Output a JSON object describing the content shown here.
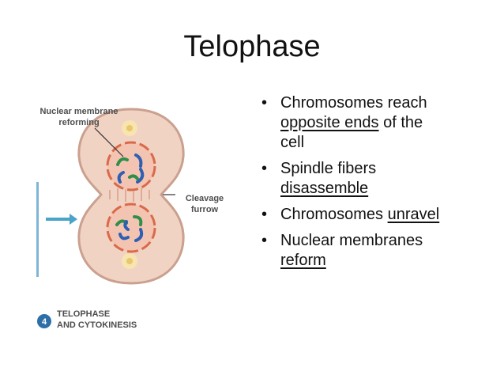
{
  "slide": {
    "title": "Telophase"
  },
  "diagram": {
    "label_nuclear_line1": "Nuclear membrane",
    "label_nuclear_line2": "reforming",
    "label_cleavage_line1": "Cleavage",
    "label_cleavage_line2": "furrow",
    "stage_number": "4",
    "stage_line1": "TELOPHASE",
    "stage_line2": "AND CYTOKINESIS",
    "colors": {
      "cell_fill": "#f0cfbf",
      "cell_edge": "#c9897a",
      "nucleus_edge": "#d96a4a",
      "chromosome_blue": "#2f5fb3",
      "chromosome_green": "#2f8f4a",
      "badge": "#2d6fa8",
      "arrow": "#4aa3c8",
      "label_text": "#4d4d4d"
    }
  },
  "bullets": [
    {
      "lines": [
        {
          "text": "Chromosomes reach",
          "u": []
        },
        {
          "pre": "",
          "u": "opposite ends",
          "post": " of the"
        },
        {
          "text": "cell"
        }
      ]
    },
    {
      "lines": [
        {
          "text": "Spindle fibers"
        },
        {
          "pre": "",
          "u": "disassemble",
          "post": ""
        }
      ]
    },
    {
      "lines": [
        {
          "pre": "Chromosomes ",
          "u": "unravel",
          "post": ""
        }
      ]
    },
    {
      "lines": [
        {
          "text": "Nuclear membranes"
        },
        {
          "pre": "",
          "u": "reform",
          "post": ""
        }
      ]
    }
  ],
  "bullet_text": {
    "b1_l1": "Chromosomes reach",
    "b1_l2_u": "opposite ends",
    "b1_l2_post": " of the",
    "b1_l3": "cell",
    "b2_l1": "Spindle fibers",
    "b2_l2_u": "disassemble",
    "b3_pre": "Chromosomes ",
    "b3_u": "unravel",
    "b4_l1": "Nuclear membranes",
    "b4_l2_u": "reform",
    "bullet_glyph": "•"
  }
}
